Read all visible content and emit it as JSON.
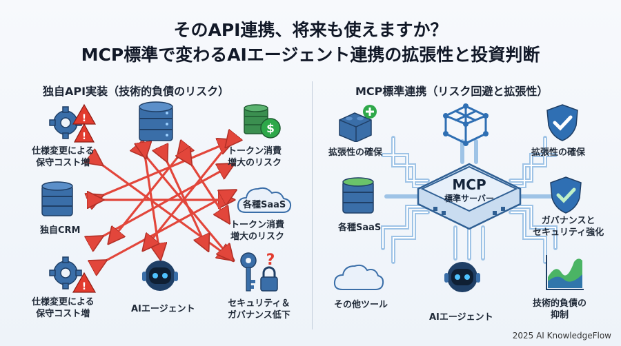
{
  "title_line1": "そのAPI連携、将来も使えますか？",
  "title_line2": "MCP標準で変わるAIエージェント連携の拡張性と投資判断",
  "left": {
    "heading": "独自API実装（技術的負債のリスク）",
    "labels": {
      "top_left": "仕様変更による\n保守コスト増",
      "top_right": "トークン消費\n増大のリスク",
      "mid_left": "独自CRM",
      "saas_cloud": "各種SaaS",
      "mid_right": "トークン消費\n増大のリスク",
      "bottom_left": "仕様変更による\n保守コスト増",
      "bottom_center": "AIエージェント",
      "bottom_right": "セキュリティ＆\nガバナンス低下"
    }
  },
  "right": {
    "heading": "MCP標準連携（リスク回避と拡張性）",
    "server_title": "MCP",
    "server_subtitle": "標準サーバー",
    "labels": {
      "top_left": "拡張性の確保",
      "top_right": "拡張性の確保",
      "mid_left": "各種SaaS",
      "mid_right": "ガバナンスと\nセキュリティ強化",
      "bottom_left": "その他ツール",
      "bottom_center": "AIエージェント",
      "bottom_right": "技術的負債の\n抑制"
    }
  },
  "footer": "2025 AI KnowledgeFlow",
  "colors": {
    "arrow": "#e2463b",
    "icon_blue": "#2f6fb3",
    "accent_green": "#2ea84a",
    "warning": "#e23b2e"
  }
}
